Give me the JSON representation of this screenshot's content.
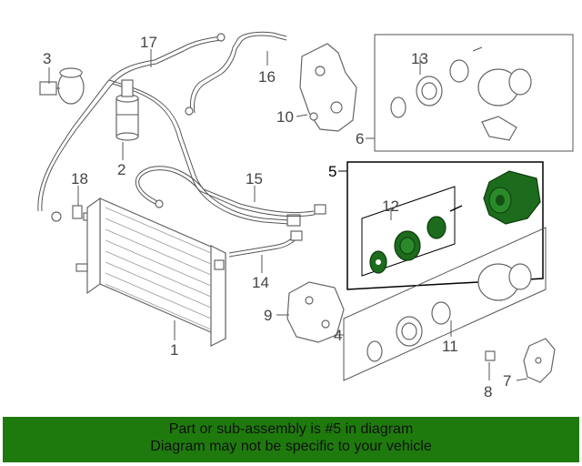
{
  "callouts": {
    "c1": "1",
    "c2": "2",
    "c3": "3",
    "c4": "4",
    "c5": "5",
    "c6": "6",
    "c7": "7",
    "c8": "8",
    "c9": "9",
    "c10": "10",
    "c11": "11",
    "c12": "12",
    "c13": "13",
    "c14": "14",
    "c15": "15",
    "c16": "16",
    "c17": "17",
    "c18": "18"
  },
  "highlight_color": "#1d6b1d",
  "banner": {
    "line1": "Part or sub-assembly is #5 in diagram",
    "line2": "Diagram may not be specific to your vehicle",
    "background": "#1f7a0d"
  }
}
